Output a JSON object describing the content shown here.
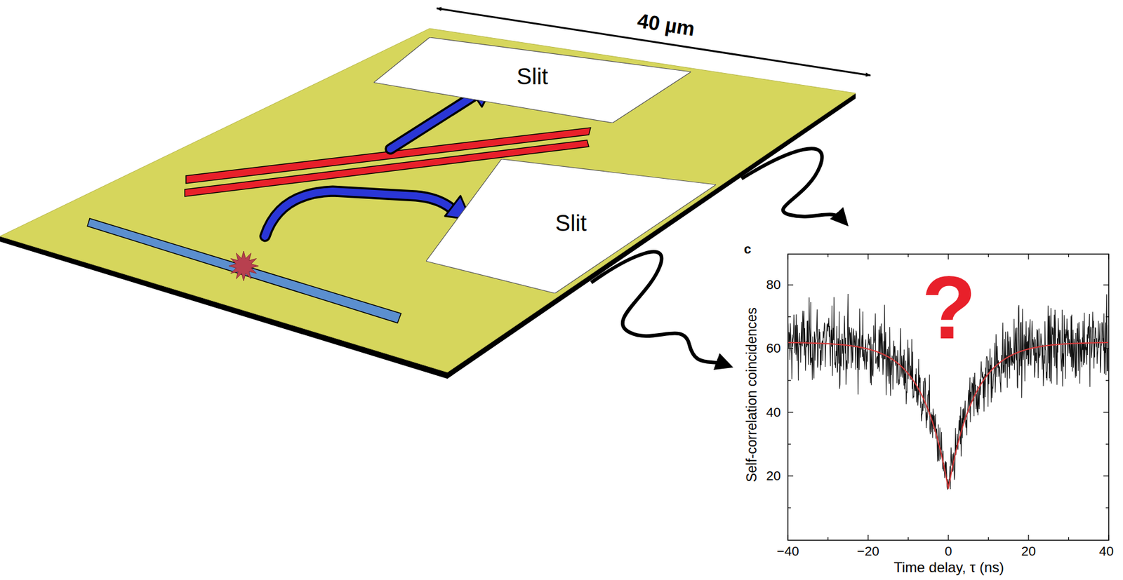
{
  "diagram": {
    "nodes": [
      {
        "text": [
          "Slit"
        ]
      },
      {
        "text": [
          "Slit"
        ]
      }
    ],
    "labels": [
      "40 µm",
      "c",
      "80",
      "60",
      "40",
      "20",
      "Self-correlation coincidences",
      "−40",
      "−20",
      "0",
      "20",
      "40",
      "Time delay, τ (ns)",
      "?"
    ]
  }
}
